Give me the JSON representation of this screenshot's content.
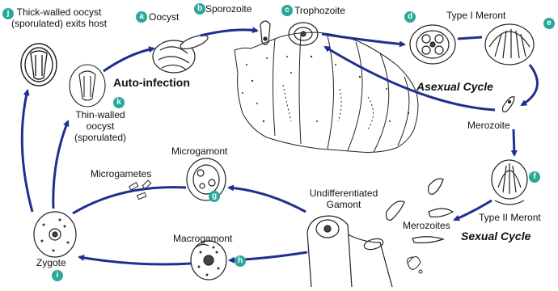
{
  "colors": {
    "arrow": "#1f2f8f",
    "badge": "#2aa89a",
    "ink": "#222222"
  },
  "labels": {
    "oocyst": "Oocyst",
    "sporozoite": "Sporozoite",
    "trophozoite": "Trophozoite",
    "type1_meront": "Type I Meront",
    "thick_walled": "Thick-walled oocyst (sporulated) exits host",
    "thin_walled": "Thin-walled oocyst (sporulated)",
    "auto_infection": "Auto-infection",
    "asexual_cycle": "Asexual Cycle",
    "merozoite": "Merozoite",
    "microgamont": "Microgamont",
    "microgametes": "Microgametes",
    "undiff_gamont": "Undifferentiated Gamont",
    "type2_meront": "Type II Meront",
    "merozoites": "Merozoites",
    "sexual_cycle": "Sexual Cycle",
    "macrogamont": "Macrogamont",
    "zygote": "Zygote"
  },
  "badges": {
    "a": "a",
    "b": "b",
    "c": "c",
    "d": "d",
    "e": "e",
    "f": "f",
    "g": "g",
    "h": "h",
    "i": "i",
    "j": "j",
    "k": "k"
  }
}
